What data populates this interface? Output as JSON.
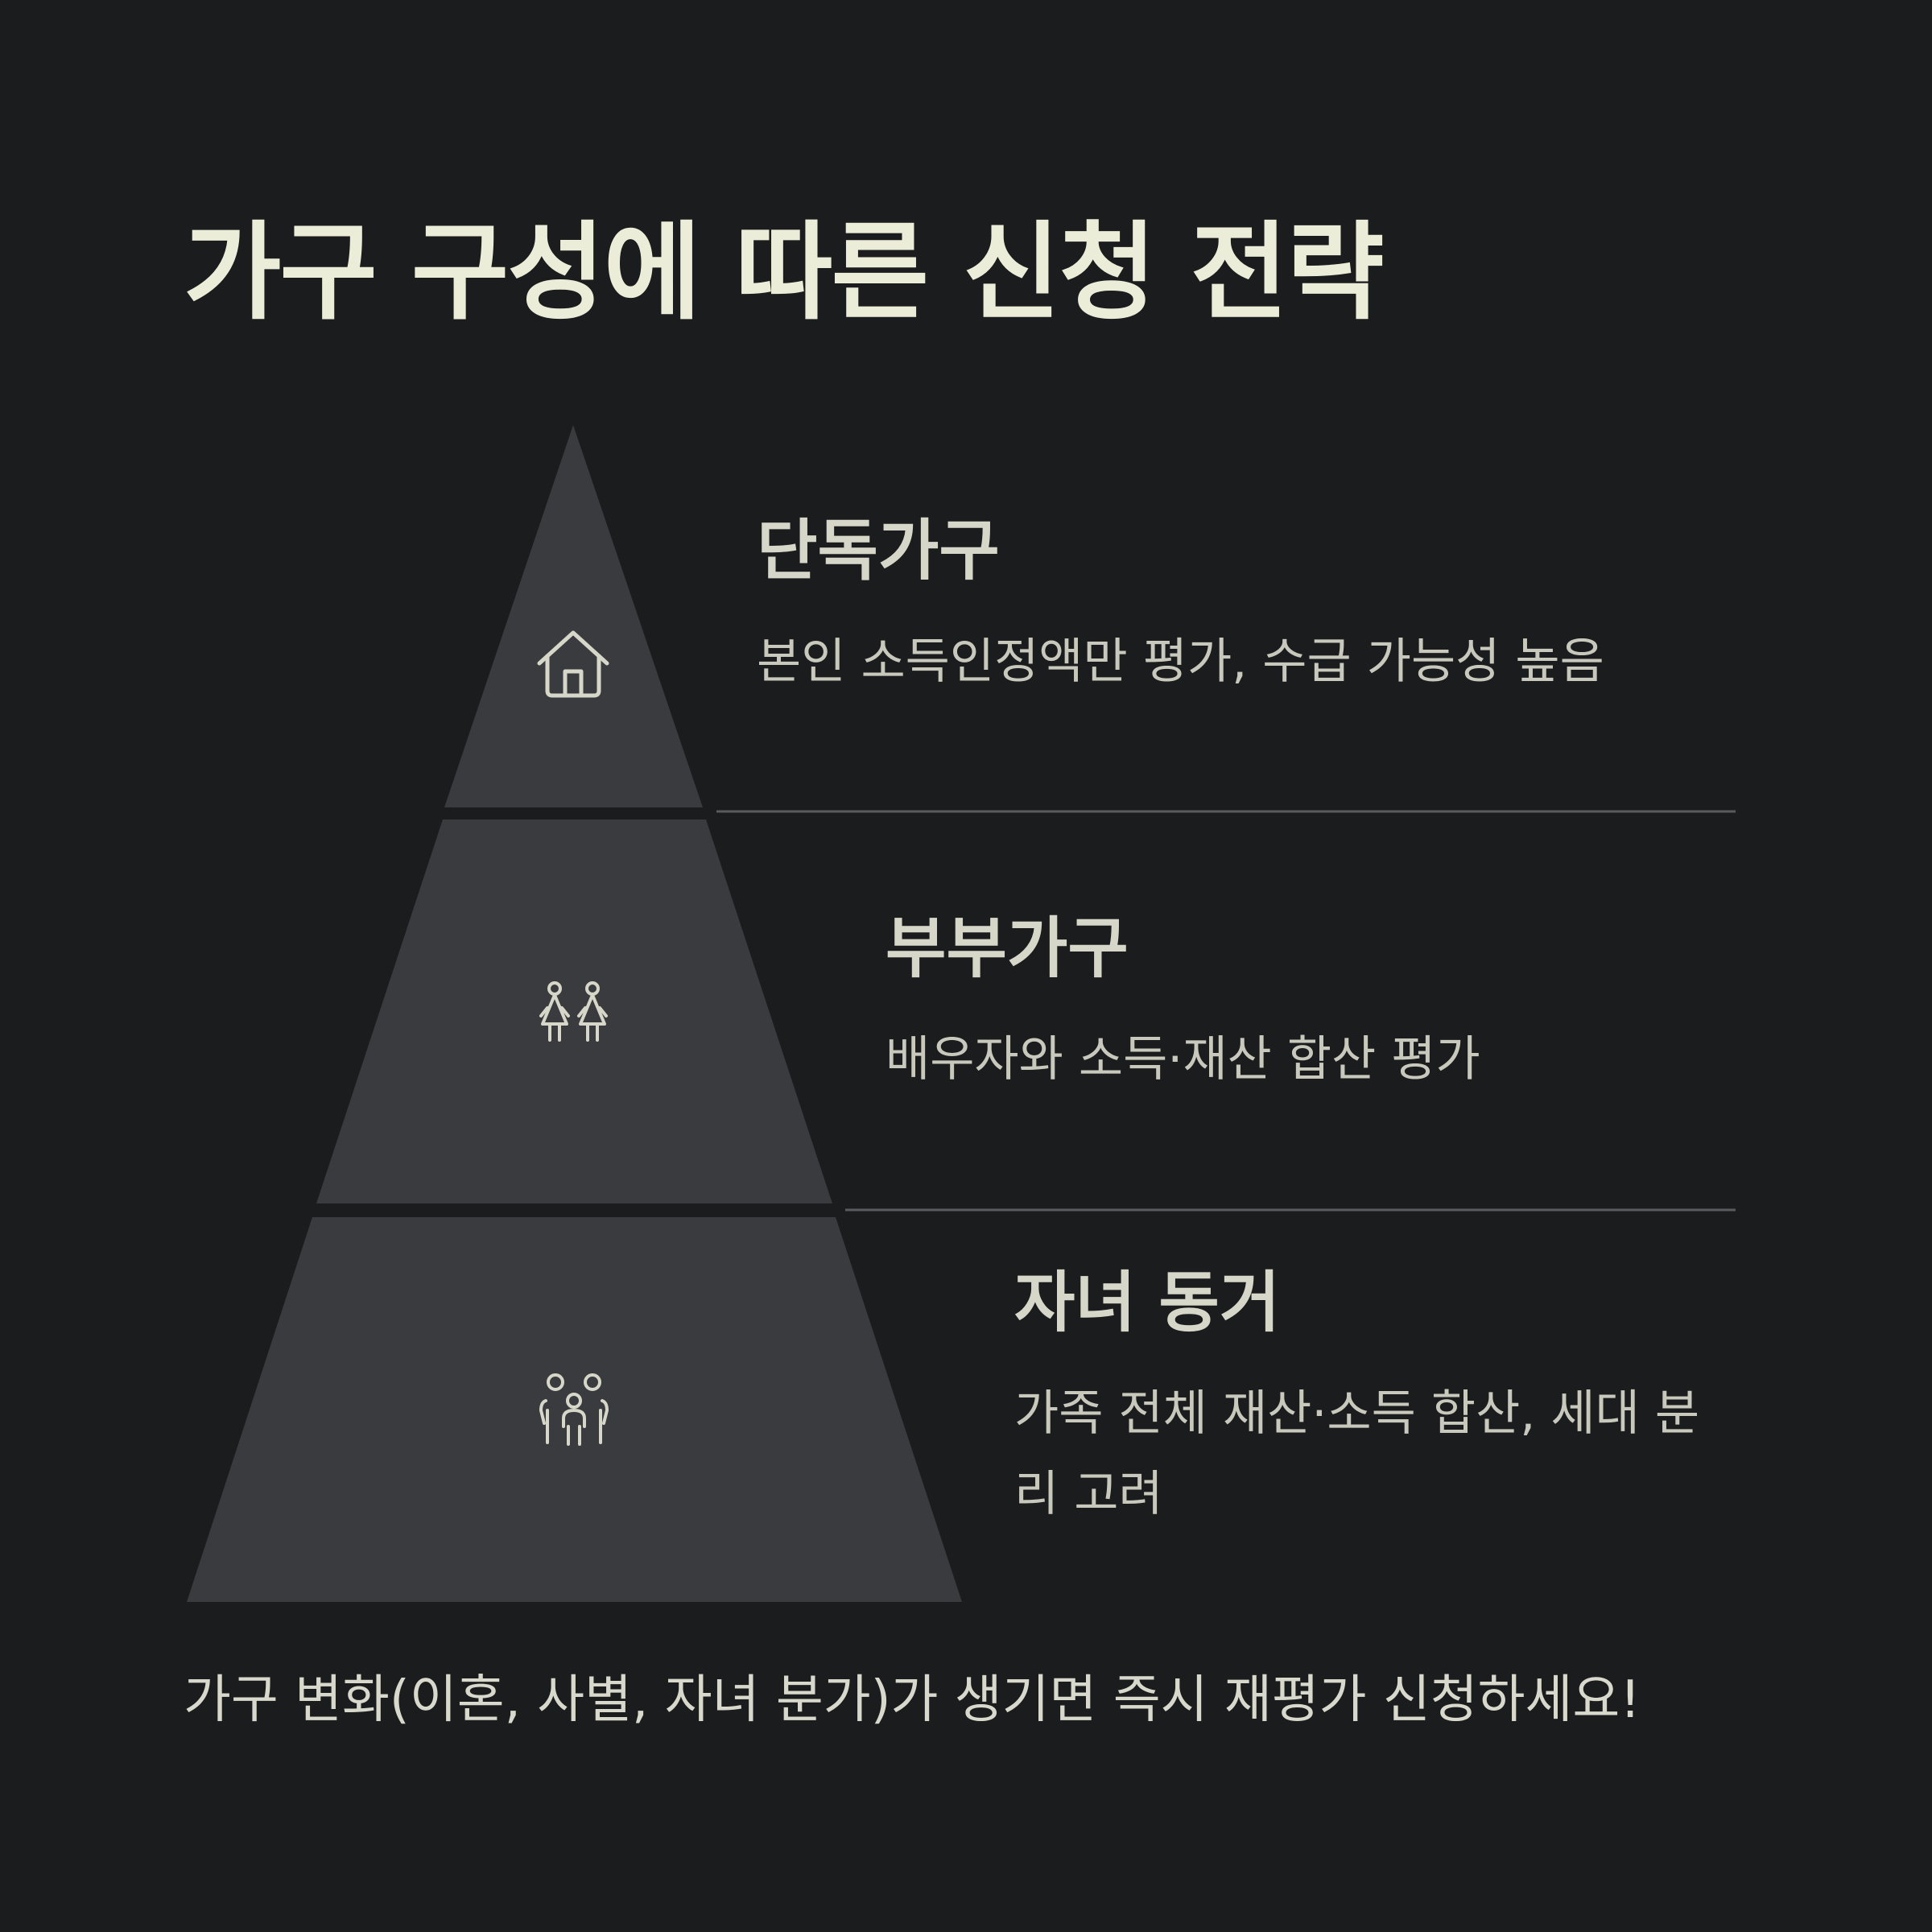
{
  "title": "가구 구성에 따른 신청 전략",
  "levels": [
    {
      "name": "단독가구",
      "description": "본인 소득인정액만 평가, 수급 가능성 높음",
      "icon": "house-icon"
    },
    {
      "name": "부부가구",
      "description": "배우자와 소득·재산 합산 평가",
      "icon": "couple-icon"
    },
    {
      "name": "자녀 동거",
      "description": "가족 전체 재산·소득 합산, 세대 분리 고려",
      "icon": "family-icon"
    }
  ],
  "footer": "가구 변화(이혼, 사별, 자녀 분가)가 생기면 즉시 재평가 신청하세요!",
  "colors": {
    "background": "#1b1c1e",
    "segment": "#3a3b3e",
    "text": "#d8d9cc",
    "title": "#ecedd8",
    "divider": "#5a5b5e",
    "icon": "#d6d7c9"
  }
}
